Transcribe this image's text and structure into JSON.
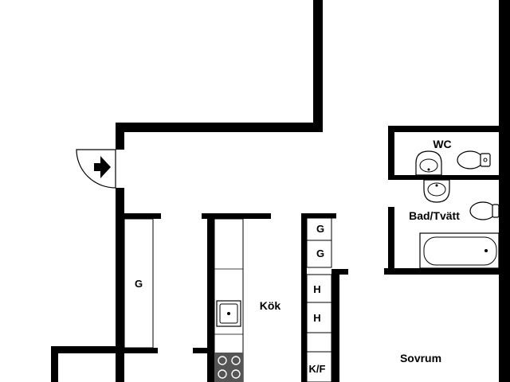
{
  "labels": {
    "wc": "WC",
    "bath": "Bad/Tvätt",
    "kitchen": "Kök",
    "bedroom": "Sovrum",
    "closet_hall": "G",
    "cab_g1": "G",
    "cab_g2": "G",
    "cab_h1": "H",
    "cab_h2": "H",
    "cab_kf": "K/F"
  },
  "icons": {
    "entrance": "entrance-arrow-icon",
    "toilet": "toilet-icon",
    "sink": "sink-icon",
    "bathtub": "bathtub-icon",
    "stove": "stove-icon"
  },
  "colors": {
    "wall": "#000000",
    "floor": "#ffffff",
    "stove": "#555555"
  }
}
